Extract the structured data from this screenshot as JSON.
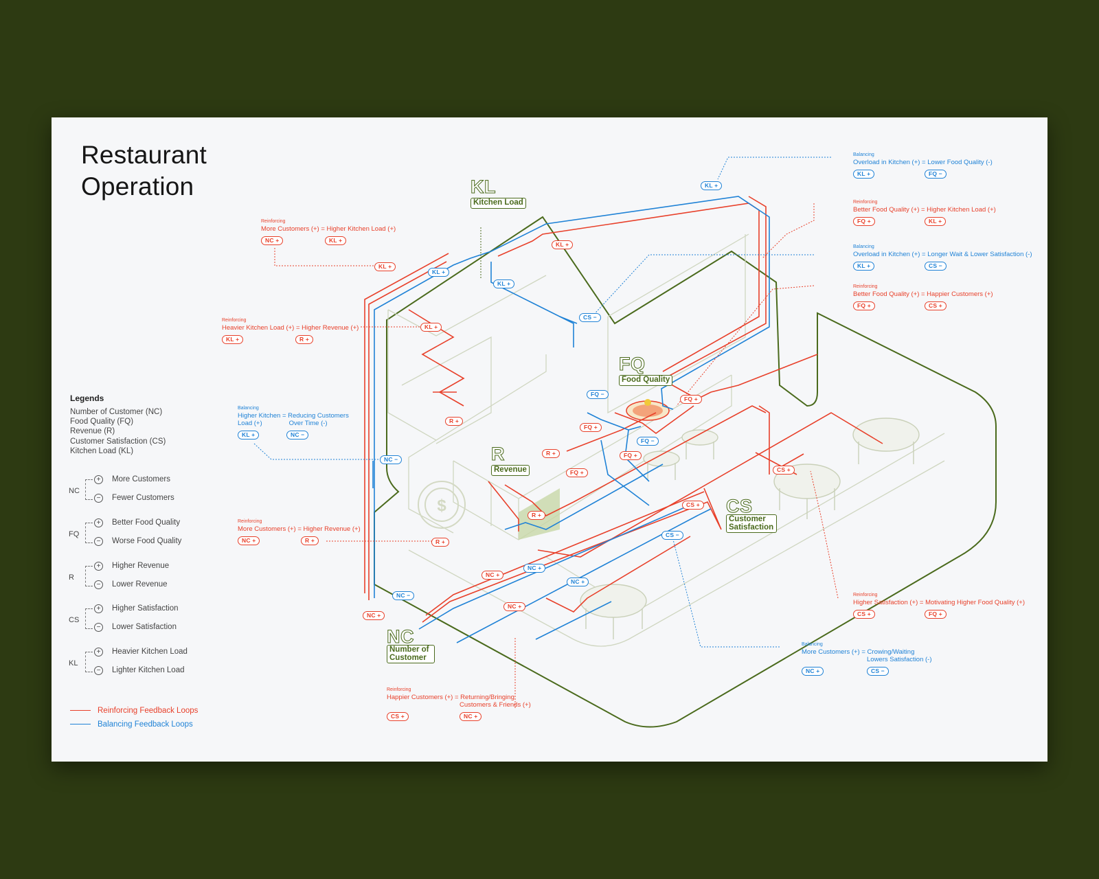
{
  "title": {
    "line1": "Restaurant",
    "line2": "Operation"
  },
  "legends": {
    "heading": "Legends",
    "definitions": [
      "Number of Customer (NC)",
      "Food Quality (FQ)",
      "Revenue (R)",
      "Customer Satisfaction (CS)",
      "Kitchen Load (KL)"
    ],
    "groups": [
      {
        "code": "NC",
        "plus": "More Customers",
        "minus": "Fewer Customers"
      },
      {
        "code": "FQ",
        "plus": "Better Food Quality",
        "minus": "Worse Food Quality"
      },
      {
        "code": "R",
        "plus": "Higher Revenue",
        "minus": "Lower Revenue"
      },
      {
        "code": "CS",
        "plus": "Higher Satisfaction",
        "minus": "Lower Satisfaction"
      },
      {
        "code": "KL",
        "plus": "Heavier Kitchen Load",
        "minus": "Lighter Kitchen Load"
      }
    ],
    "symbols": {
      "plus": "+",
      "minus": "−"
    },
    "loop_keys": {
      "reinforcing": "Reinforcing Feedback Loops",
      "balancing": "Balancing Feedback Loops"
    },
    "colors": {
      "reinforcing": "#e8402a",
      "balancing": "#1f82d6"
    }
  },
  "nodes": {
    "kl": {
      "code": "KL",
      "name": "Kitchen Load"
    },
    "fq": {
      "code": "FQ",
      "name": "Food Quality"
    },
    "r": {
      "code": "R",
      "name": "Revenue"
    },
    "cs": {
      "code": "CS",
      "name": "Customer Satisfaction"
    },
    "nc": {
      "code": "NC",
      "name": "Number of Customer"
    }
  },
  "annotations": {
    "a1": {
      "kind": "Reinforcing",
      "desc": "More Customers (+) = Higher Kitchen Load (+)",
      "b1": "NC +",
      "b2": "KL +"
    },
    "a2": {
      "kind": "Reinforcing",
      "desc": "Heavier Kitchen Load (+) = Higher Revenue (+)",
      "b1": "KL +",
      "b2": "R +"
    },
    "a3": {
      "kind": "Balancing",
      "desc1": "Higher Kitchen",
      "desc1b": "Reducing Customers",
      "desc2": "Load (+)",
      "desc2b": "Over Time (-)",
      "b1": "KL +",
      "b2": "NC −"
    },
    "a4": {
      "kind": "Reinforcing",
      "desc": "More Customers (+) = Higher Revenue (+)",
      "b1": "NC +",
      "b2": "R +"
    },
    "a5": {
      "kind": "Reinforcing",
      "desc1": "Happier Customers (+) = Returning/Bringing",
      "desc2": "Customers & Friends (+)",
      "b1": "CS +",
      "b2": "NC +"
    },
    "a6": {
      "kind": "Balancing",
      "desc": "Overload in Kitchen (+) = Lower Food Quality (-)",
      "b1": "KL +",
      "b2": "FQ −"
    },
    "a7": {
      "kind": "Reinforcing",
      "desc": "Better Food Quality (+) = Higher Kitchen Load (+)",
      "b1": "FQ +",
      "b2": "KL +"
    },
    "a8": {
      "kind": "Balancing",
      "desc": "Overload in Kitchen (+) = Longer Wait & Lower Satisfaction (-)",
      "b1": "KL +",
      "b2": "CS −"
    },
    "a9": {
      "kind": "Reinforcing",
      "desc": "Better Food Quality (+) = Happier Customers (+)",
      "b1": "FQ +",
      "b2": "CS +"
    },
    "a10": {
      "kind": "Reinforcing",
      "desc": "Higher Satisfaction (+) = Motivating Higher Food Quality (+)",
      "b1": "CS +",
      "b2": "FQ +"
    },
    "a11": {
      "kind": "Balancing",
      "desc1": "More Customers (+) = Crowing/Waiting",
      "desc2": "Lowers Satisfaction (-)",
      "b1": "NC +",
      "b2": "CS −"
    }
  },
  "path_pills": [
    {
      "text": "KL +",
      "color": "red"
    },
    {
      "text": "KL +",
      "color": "blue"
    },
    {
      "text": "KL +",
      "color": "red"
    },
    {
      "text": "KL +",
      "color": "blue"
    },
    {
      "text": "KL +",
      "color": "red"
    },
    {
      "text": "KL +",
      "color": "blue"
    },
    {
      "text": "CS −",
      "color": "blue"
    },
    {
      "text": "R +",
      "color": "red"
    },
    {
      "text": "R +",
      "color": "red"
    },
    {
      "text": "R +",
      "color": "red"
    },
    {
      "text": "R +",
      "color": "red"
    },
    {
      "text": "NC −",
      "color": "blue"
    },
    {
      "text": "NC −",
      "color": "blue"
    },
    {
      "text": "NC +",
      "color": "red"
    },
    {
      "text": "NC +",
      "color": "red"
    },
    {
      "text": "NC +",
      "color": "blue"
    },
    {
      "text": "NC +",
      "color": "red"
    },
    {
      "text": "NC +",
      "color": "blue"
    },
    {
      "text": "FQ −",
      "color": "blue"
    },
    {
      "text": "FQ +",
      "color": "red"
    },
    {
      "text": "FQ +",
      "color": "red"
    },
    {
      "text": "FQ +",
      "color": "red"
    },
    {
      "text": "FQ −",
      "color": "blue"
    },
    {
      "text": "FQ +",
      "color": "red"
    },
    {
      "text": "CS +",
      "color": "red"
    },
    {
      "text": "CS −",
      "color": "blue"
    },
    {
      "text": "CS +",
      "color": "red"
    }
  ]
}
